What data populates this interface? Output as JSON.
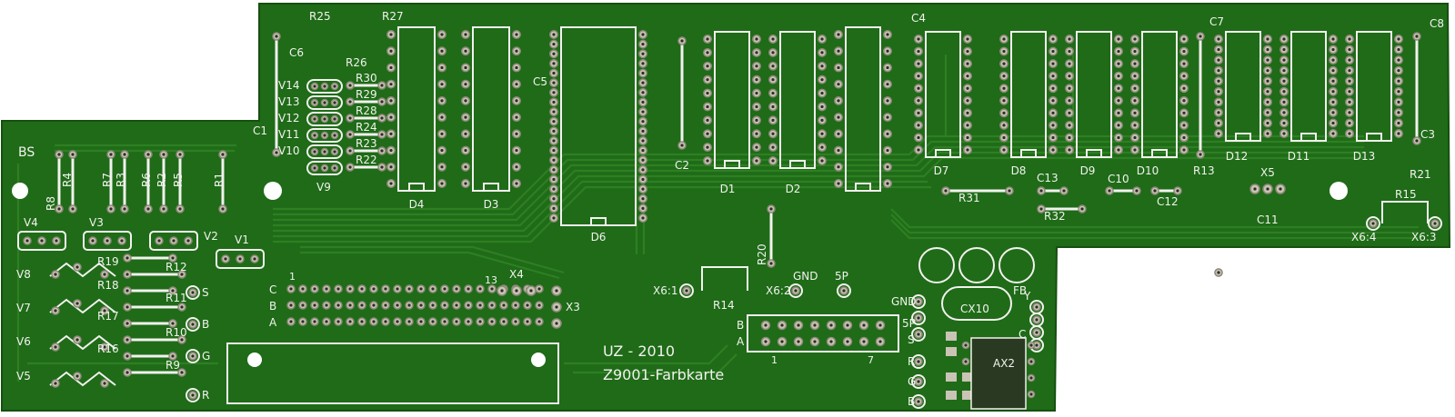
{
  "colors": {
    "board": "#1f6b18",
    "board_dark": "#185a12",
    "trace": "#2e7f22",
    "silkscreen": "#f2f2ee",
    "pad": "#c9c4b4",
    "background": "#ffffff"
  },
  "board": {
    "title": "UZ - 2010",
    "subtitle": "Z9001-Farbkarte",
    "corner_mark": "BS"
  },
  "connectors": {
    "rows": [
      "C",
      "B",
      "A"
    ],
    "pin_one": "1",
    "x4_pin": "13",
    "right_rows": [
      "B",
      "A"
    ],
    "right_pins": [
      "1",
      "7"
    ]
  },
  "test_points": {
    "x6_1": "X6:1",
    "x6_2": "X6:2",
    "x6_3": "X6:3",
    "x6_4": "X6:4",
    "gnd": "GND",
    "fivep": "5P",
    "gnd2": "GND",
    "fivep2": "5P",
    "s2": "S",
    "r2": "R",
    "g2": "G",
    "b2": "B",
    "fb": "FB",
    "y": "Y",
    "c": "C"
  },
  "left_signals": [
    "S",
    "B",
    "G",
    "R"
  ],
  "chips": {
    "D4": "D4",
    "D3": "D3",
    "D6": "D6",
    "D1": "D1",
    "D2": "D2",
    "D7": "D7",
    "D8": "D8",
    "D9": "D9",
    "D10": "D10",
    "D12": "D12",
    "D11": "D11",
    "D13": "D13"
  },
  "component_labels": {
    "R25": "R25",
    "R27": "R27",
    "R26": "R26",
    "C6": "C6",
    "C1": "C1",
    "C5": "C5",
    "C4": "C4",
    "C2": "C2",
    "C7": "C7",
    "C8": "C8",
    "C3": "C3",
    "R30": "R30",
    "R29": "R29",
    "R28": "R28",
    "R24": "R24",
    "R23": "R23",
    "R22": "R22",
    "V14": "V14",
    "V13": "V13",
    "V12": "V12",
    "V11": "V11",
    "V10": "V10",
    "V9": "V9",
    "R8": "R8",
    "R4": "R4",
    "R7": "R7",
    "R3": "R3",
    "R6": "R6",
    "R2": "R2",
    "R5": "R5",
    "R1": "R1",
    "V4": "V4",
    "V3": "V3",
    "V2": "V2",
    "V1": "V1",
    "V8": "V8",
    "V7": "V7",
    "V6": "V6",
    "V5": "V5",
    "R19": "R19",
    "R12": "R12",
    "R18": "R18",
    "R11": "R11",
    "R17": "R17",
    "R10": "R10",
    "R16": "R16",
    "R9": "R9",
    "X4": "X4",
    "X3": "X3",
    "R20": "R20",
    "R14": "R14",
    "C13": "C13",
    "C10": "C10",
    "C12": "C12",
    "R13": "R13",
    "R31": "R31",
    "R32": "R32",
    "X5": "X5",
    "C11": "C11",
    "R21": "R21",
    "R15": "R15",
    "CX10": "CX10",
    "AX2": "AX2"
  }
}
